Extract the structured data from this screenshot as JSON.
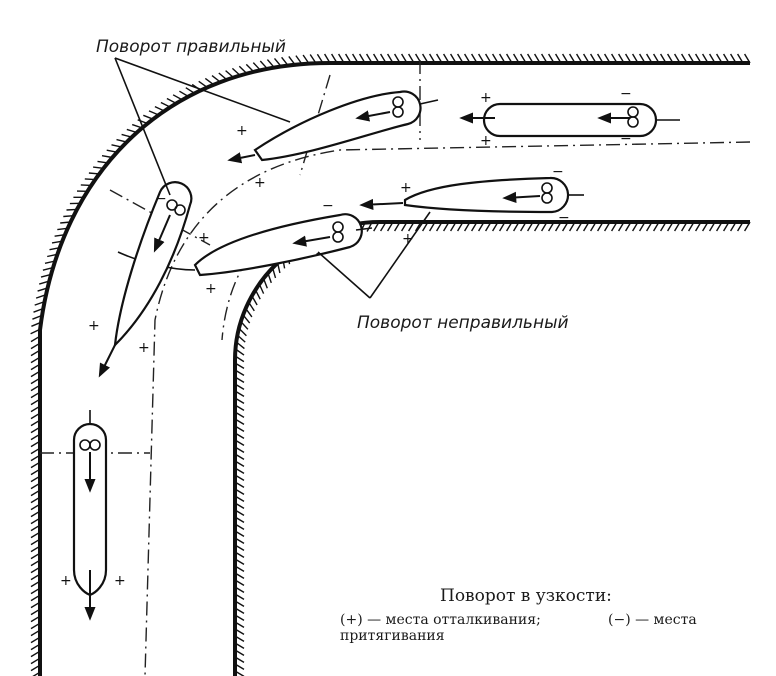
{
  "labels": {
    "correct_turn": "Поворот правильный",
    "incorrect_turn": "Поворот неправильный"
  },
  "caption": {
    "title": "Поворот в узкости:",
    "line1_part1": "(+) — места отталкивания;",
    "line1_part2": "(−) — места",
    "line2": "притягивания"
  },
  "signs": {
    "plus": "+",
    "minus": "−"
  }
}
